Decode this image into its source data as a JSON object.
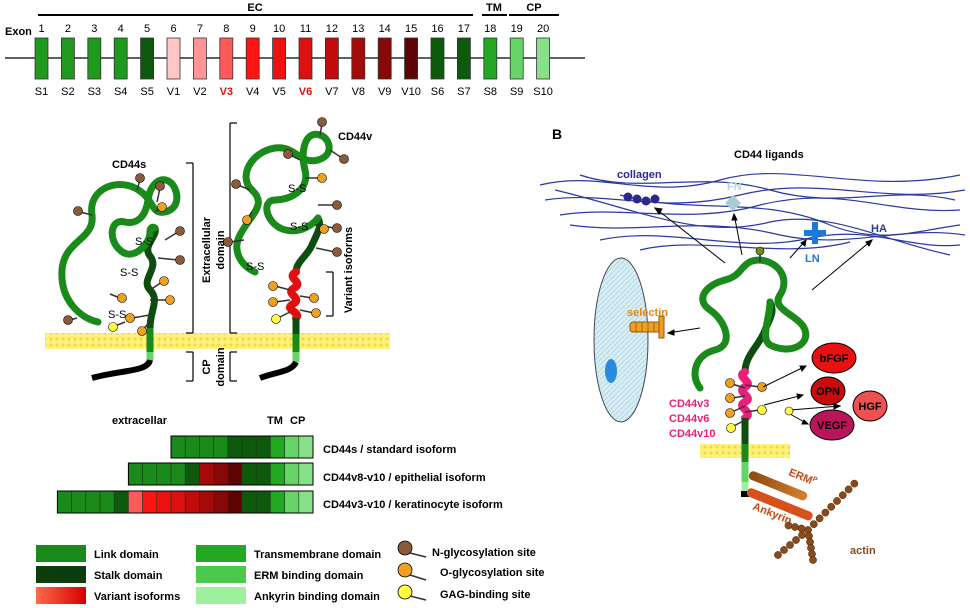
{
  "exon_bar": {
    "row_label": "Exon",
    "sections": [
      {
        "label": "EC"
      },
      {
        "label": "TM"
      },
      {
        "label": "CP"
      }
    ],
    "exons": [
      {
        "number": "1",
        "name": "S1",
        "color": "#1f9a1f",
        "highlight": false
      },
      {
        "number": "2",
        "name": "S2",
        "color": "#1f9a1f",
        "highlight": false
      },
      {
        "number": "3",
        "name": "S3",
        "color": "#1f9a1f",
        "highlight": false
      },
      {
        "number": "4",
        "name": "S4",
        "color": "#1f9a1f",
        "highlight": false
      },
      {
        "number": "5",
        "name": "S5",
        "color": "#0d5a0d",
        "highlight": false
      },
      {
        "number": "6",
        "name": "V1",
        "color": "#ffc6c6",
        "highlight": false
      },
      {
        "number": "7",
        "name": "V2",
        "color": "#ff9595",
        "highlight": false
      },
      {
        "number": "8",
        "name": "V3",
        "color": "#ff5a5a",
        "highlight": true
      },
      {
        "number": "9",
        "name": "V4",
        "color": "#ff1414",
        "highlight": false
      },
      {
        "number": "10",
        "name": "V5",
        "color": "#ee1111",
        "highlight": false
      },
      {
        "number": "11",
        "name": "V6",
        "color": "#dd0f0f",
        "highlight": true
      },
      {
        "number": "12",
        "name": "V7",
        "color": "#c00c0c",
        "highlight": false
      },
      {
        "number": "13",
        "name": "V8",
        "color": "#a40a0a",
        "highlight": false
      },
      {
        "number": "14",
        "name": "V9",
        "color": "#880707",
        "highlight": false
      },
      {
        "number": "15",
        "name": "V10",
        "color": "#5e0404",
        "highlight": false
      },
      {
        "number": "16",
        "name": "S6",
        "color": "#0d5a0d",
        "highlight": false
      },
      {
        "number": "17",
        "name": "S7",
        "color": "#0d5a0d",
        "highlight": false
      },
      {
        "number": "18",
        "name": "S8",
        "color": "#22a822",
        "highlight": false
      },
      {
        "number": "19",
        "name": "S9",
        "color": "#66d466",
        "highlight": false
      },
      {
        "number": "20",
        "name": "S10",
        "color": "#88e088",
        "highlight": false
      }
    ]
  },
  "panel_a": {
    "cd44s_label": "CD44s",
    "cd44v_label": "CD44v",
    "ss_label": "S-S",
    "extracellular_line1": "Extracellular",
    "extracellular_line2": "domain",
    "cp_line1": "CP",
    "cp_line2": "domain",
    "variant_label": "Variant isoforms"
  },
  "isoform_table": {
    "header_extracellular": "extracellar",
    "header_tm": "TM",
    "header_cp": "CP",
    "rows": [
      {
        "label": "CD44s / standard isoform",
        "colors": [
          "#1a8a1a",
          "#1a8a1a",
          "#1a8a1a",
          "#1a8a1a",
          "#0d5a0d",
          "#0d5a0d",
          "#0d5a0d",
          "#22a822",
          "#66d466",
          "#88e088"
        ]
      },
      {
        "label": "CD44v8-v10 / epithelial isoform",
        "colors": [
          "#1a8a1a",
          "#1a8a1a",
          "#1a8a1a",
          "#1a8a1a",
          "#0d5a0d",
          "#a40a0a",
          "#880707",
          "#5e0404",
          "#0d5a0d",
          "#0d5a0d",
          "#22a822",
          "#66d466",
          "#88e088"
        ]
      },
      {
        "label": "CD44v3-v10 / keratinocyte isoform",
        "colors": [
          "#1a8a1a",
          "#1a8a1a",
          "#1a8a1a",
          "#1a8a1a",
          "#0d5a0d",
          "#ff5a5a",
          "#ff1414",
          "#ee1111",
          "#dd0f0f",
          "#c00c0c",
          "#a40a0a",
          "#880707",
          "#5e0404",
          "#0d5a0d",
          "#0d5a0d",
          "#22a822",
          "#66d466",
          "#88e088"
        ]
      }
    ]
  },
  "legend": {
    "link": "Link domain",
    "stalk": "Stalk domain",
    "variant": "Variant isoforms",
    "tm": "Transmembrane domain",
    "erm": "ERM binding domain",
    "ankyrin": "Ankyrin binding domain",
    "nglyc": "N-glycosylation site",
    "oglyc": "O-glycosylation site",
    "gag": "GAG-binding site"
  },
  "panel_b": {
    "letter": "B",
    "title": "CD44 ligands",
    "collagen": "collagen",
    "fn": "FN",
    "ln": "LN",
    "ha": "HA",
    "selectin": "selectin",
    "v3": "CD44v3",
    "v6": "CD44v6",
    "v10": "CD44v10",
    "bfgf": "bFGF",
    "opn": "OPN",
    "vegf": "VEGF",
    "hgf": "HGF",
    "erm": "ERM",
    "erm_sup": "P",
    "ankyrin": "Ankyrin",
    "actin": "actin"
  },
  "colors": {
    "link_green": "#1a8a1a",
    "stalk_green": "#0d4d0d",
    "membrane": "#fff080",
    "variant_red": "#e01010",
    "cd44v_pink": "#e8207a",
    "collagen_blue": "#2a2a9a",
    "ligand_blue": "#1a7ad8",
    "actin_brown": "#8a4a1a"
  }
}
